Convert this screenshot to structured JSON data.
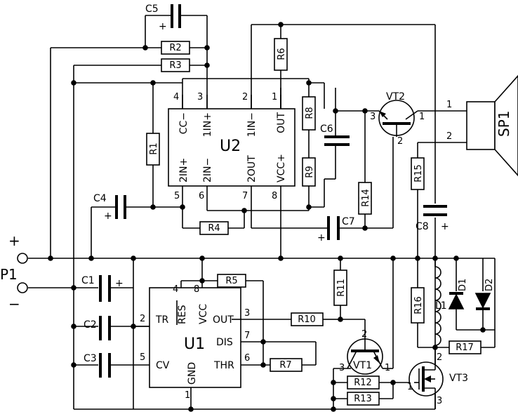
{
  "connector": {
    "ref": "P1",
    "plus": "+",
    "minus": "−"
  },
  "u2": {
    "ref": "U2",
    "top_pins": [
      {
        "label": "CC−",
        "num": "4"
      },
      {
        "label": "1IN+",
        "num": "3"
      },
      {
        "label": "1IN−",
        "num": "2"
      },
      {
        "label": "OUT",
        "num": "1"
      }
    ],
    "bottom_pins": [
      {
        "label": "2IN+",
        "num": "5"
      },
      {
        "label": "2IN−",
        "num": "6"
      },
      {
        "label": "2OUT",
        "num": "7"
      },
      {
        "label": "VCC+",
        "num": "8"
      }
    ]
  },
  "u1": {
    "ref": "U1",
    "pins": {
      "tr": {
        "label": "TR",
        "num": "2"
      },
      "res": {
        "label": "RES",
        "num": "4"
      },
      "vcc": {
        "label": "VCC",
        "num": "8"
      },
      "out": {
        "label": "OUT",
        "num": "3"
      },
      "dis": {
        "label": "DIS",
        "num": "7"
      },
      "thr": {
        "label": "THR",
        "num": "6"
      },
      "cv": {
        "label": "CV",
        "num": "5"
      },
      "gnd": {
        "label": "GND",
        "num": "1"
      }
    }
  },
  "resistors": {
    "r1": "R1",
    "r2": "R2",
    "r3": "R3",
    "r4": "R4",
    "r5": "R5",
    "r6": "R6",
    "r7": "R7",
    "r8": "R8",
    "r9": "R9",
    "r10": "R10",
    "r11": "R11",
    "r12": "R12",
    "r13": "R13",
    "r14": "R14",
    "r15": "R15",
    "r16": "R16",
    "r17": "R17"
  },
  "capacitors": {
    "c1": "C1",
    "c2": "C2",
    "c3": "C3",
    "c4": "C4",
    "c5": "C5",
    "c6": "C6",
    "c7": "C7",
    "c8": "C8"
  },
  "polarity_mark": "+",
  "transistors": {
    "vt1": {
      "ref": "VT1",
      "pins": [
        "1",
        "2",
        "3"
      ]
    },
    "vt2": {
      "ref": "VT2",
      "pins": [
        "1",
        "2",
        "3"
      ]
    },
    "vt3": {
      "ref": "VT3",
      "pins": [
        "1",
        "2",
        "3"
      ]
    }
  },
  "diodes": {
    "d1": "D1",
    "d2": "D2"
  },
  "inductor": "L1",
  "speaker": {
    "ref": "SP1",
    "pin1": "1",
    "pin2": "2"
  }
}
